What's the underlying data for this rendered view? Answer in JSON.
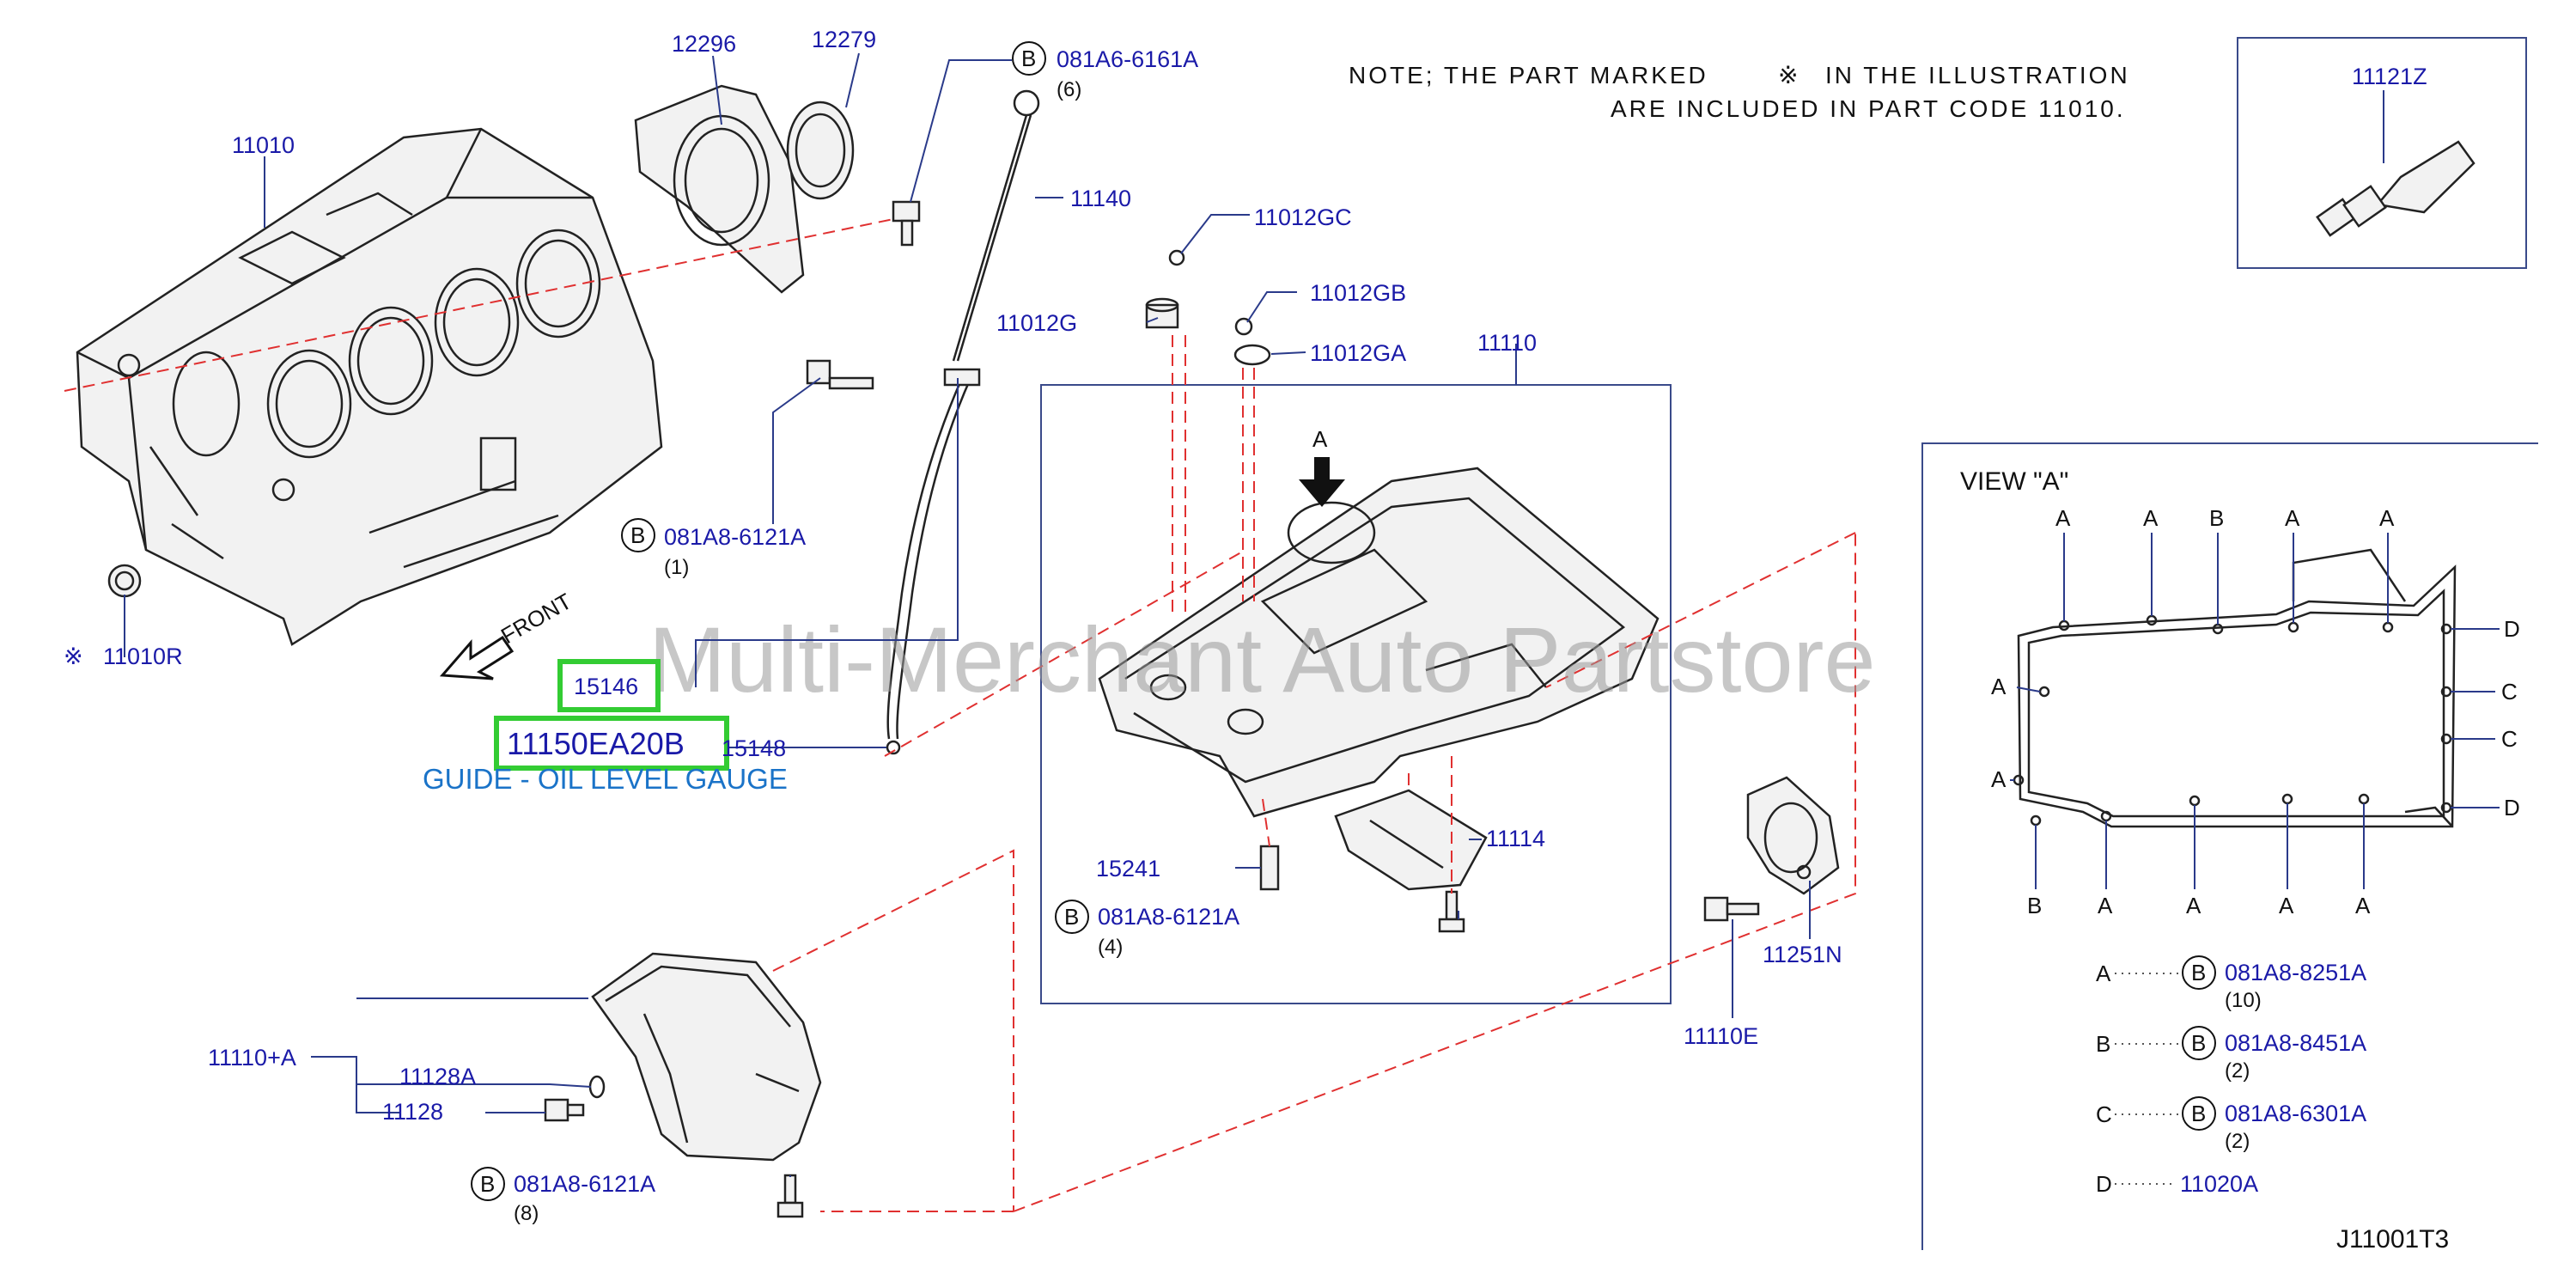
{
  "note": {
    "line1": "NOTE; THE PART MARKED",
    "line1b": "IN THE ILLUSTRATION",
    "line2": "ARE INCLUDED IN PART CODE 11010.",
    "mark": "※"
  },
  "watermark": "Multi-Merchant Auto Partstore",
  "diagram_code": "J11001T3",
  "view": {
    "title": "VIEW \"A\"",
    "arrow_label": "A",
    "front_label": "FRONT"
  },
  "bolt_symbol": "B",
  "parts": {
    "p11010": "11010",
    "p12296": "12296",
    "p12279": "12279",
    "p11010R": "11010R",
    "p081A6_6161A": "081A6-6161A",
    "q6": "(6)",
    "p11140": "11140",
    "p11012GC": "11012GC",
    "p11012G": "11012G",
    "p11012GB": "11012GB",
    "p11012GA": "11012GA",
    "p11110": "11110",
    "p081A8_6121A_1": "081A8-6121A",
    "q1": "(1)",
    "p15146": "15146",
    "p11150EA20B": "11150EA20B",
    "p15148": "15148",
    "guide_desc": "GUIDE - OIL LEVEL GAUGE",
    "p15241": "15241",
    "p11114": "11114",
    "p081A8_6121A_4": "081A8-6121A",
    "q4": "(4)",
    "p11251N": "11251N",
    "p11110E": "11110E",
    "p11110A": "11110+A",
    "p11128A": "11128A",
    "p11128": "11128",
    "p081A8_6121A_8": "081A8-6121A",
    "q8": "(8)",
    "p11121Z": "11121Z"
  },
  "view_letters": {
    "top": [
      "A",
      "A",
      "B",
      "A",
      "A"
    ],
    "left": [
      "A",
      "A"
    ],
    "right": [
      "D",
      "C",
      "C",
      "D"
    ],
    "bottom": [
      "B",
      "A",
      "A",
      "A",
      "A"
    ]
  },
  "legend": [
    {
      "letter": "A",
      "part": "081A8-8251A",
      "qty": "(10)"
    },
    {
      "letter": "B",
      "part": "081A8-8451A",
      "qty": "(2)"
    },
    {
      "letter": "C",
      "part": "081A8-6301A",
      "qty": "(2)"
    },
    {
      "letter": "D",
      "part": "11020A",
      "qty": ""
    }
  ],
  "colors": {
    "part_number": "#1a1aa8",
    "highlight": "#33cc33",
    "description": "#1a73c8",
    "dashed_line": "#e03030"
  }
}
